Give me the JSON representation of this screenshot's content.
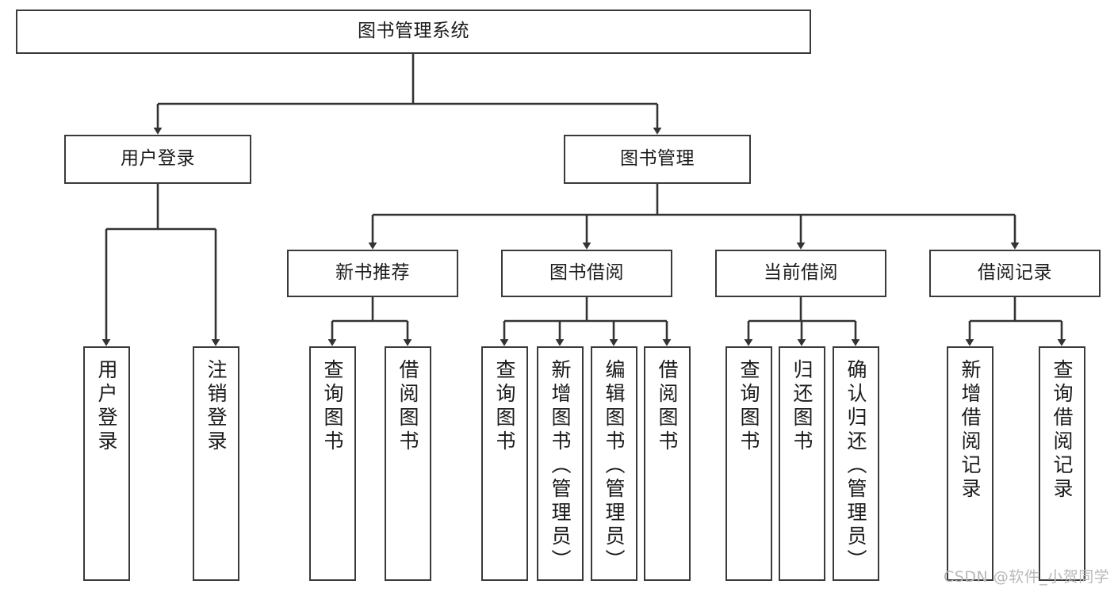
{
  "diagram": {
    "type": "tree-hierarchy",
    "title": "图书管理系统",
    "orientation": "top-down",
    "nodes": {
      "root": {
        "label": "图书管理系统",
        "level": 0
      },
      "l1": [
        {
          "id": "user-login",
          "label": "用户登录"
        },
        {
          "id": "book-manage",
          "label": "图书管理"
        }
      ],
      "l2": [
        {
          "id": "new-book-rec",
          "label": "新书推荐",
          "parent": "book-manage"
        },
        {
          "id": "book-borrow",
          "label": "图书借阅",
          "parent": "book-manage"
        },
        {
          "id": "current-borrow",
          "label": "当前借阅",
          "parent": "book-manage"
        },
        {
          "id": "borrow-record",
          "label": "借阅记录",
          "parent": "book-manage"
        }
      ],
      "leaves": [
        {
          "id": "leaf-user-login",
          "label": "用户登录",
          "parent": "user-login"
        },
        {
          "id": "leaf-logout",
          "label": "注销登录",
          "parent": "user-login"
        },
        {
          "id": "leaf-query-book-1",
          "label": "查询图书",
          "parent": "new-book-rec"
        },
        {
          "id": "leaf-borrow-book-1",
          "label": "借阅图书",
          "parent": "new-book-rec"
        },
        {
          "id": "leaf-query-book-2",
          "label": "查询图书",
          "parent": "book-borrow"
        },
        {
          "id": "leaf-add-book",
          "label": "新增图书（管理员）",
          "parent": "book-borrow"
        },
        {
          "id": "leaf-edit-book",
          "label": "编辑图书（管理员）",
          "parent": "book-borrow"
        },
        {
          "id": "leaf-borrow-book-2",
          "label": "借阅图书",
          "parent": "book-borrow"
        },
        {
          "id": "leaf-query-book-3",
          "label": "查询图书",
          "parent": "current-borrow"
        },
        {
          "id": "leaf-return-book",
          "label": "归还图书",
          "parent": "current-borrow"
        },
        {
          "id": "leaf-confirm-return",
          "label": "确认归还（管理员）",
          "parent": "current-borrow"
        },
        {
          "id": "leaf-add-record",
          "label": "新增借阅记录",
          "parent": "borrow-record"
        },
        {
          "id": "leaf-query-record",
          "label": "查询借阅记录",
          "parent": "borrow-record"
        }
      ]
    },
    "colors": {
      "border": "#3a3a3a",
      "background": "#ffffff",
      "text": "#1b1b1b",
      "connector": "#333333",
      "watermark": "#b8b8b8"
    }
  },
  "watermark": {
    "text": "CSDN @软件_小贺同学"
  }
}
